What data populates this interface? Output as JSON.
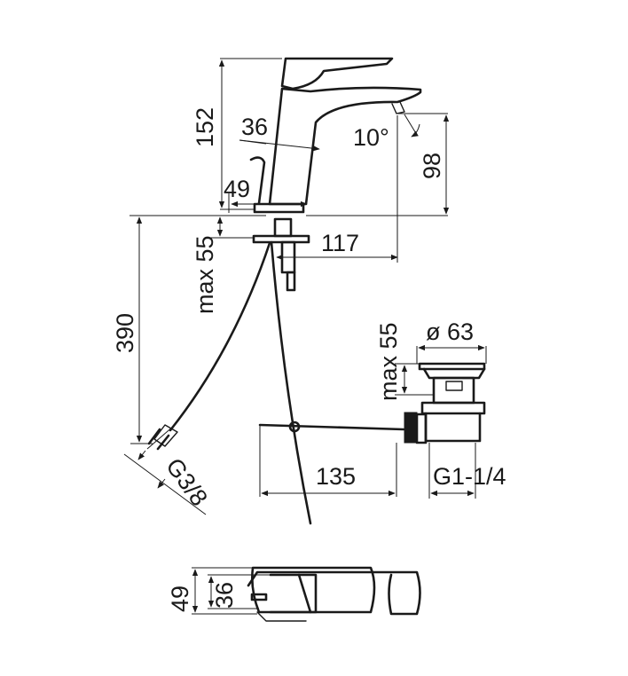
{
  "dimensions": {
    "total_height": "152",
    "spout_top_width": "36",
    "spout_angle": "10°",
    "spout_outlet_height": "98",
    "body_base_width": "49",
    "max_deck_thickness": "max 55",
    "spout_reach": "117",
    "hose_length": "390",
    "hose_connection": "G3/8",
    "drain_diameter": "ø 63",
    "drain_max_thickness": "max 55",
    "rod_length": "135",
    "drain_thread": "G1-1/4",
    "plan_width_outer": "49",
    "plan_width_inner": "36"
  }
}
